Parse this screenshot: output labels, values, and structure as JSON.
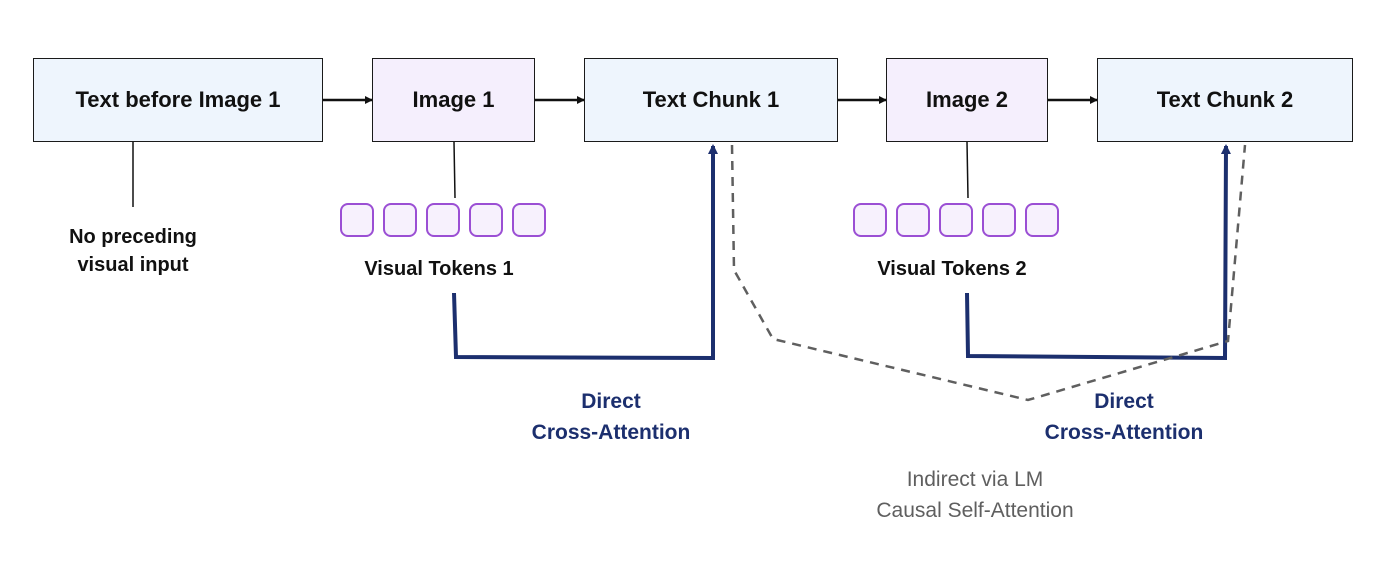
{
  "boxes": {
    "text_before_image_1": "Text before Image 1",
    "image_1": "Image 1",
    "text_chunk_1": "Text Chunk 1",
    "image_2": "Image 2",
    "text_chunk_2": "Text Chunk 2"
  },
  "labels": {
    "no_preceding_line1": "No preceding",
    "no_preceding_line2": "visual input",
    "visual_tokens_1": "Visual Tokens 1",
    "visual_tokens_2": "Visual Tokens 2",
    "direct_1_line1": "Direct",
    "direct_1_line2": "Cross-Attention",
    "direct_2_line1": "Direct",
    "direct_2_line2": "Cross-Attention",
    "indirect_line1": "Indirect via LM",
    "indirect_line2": "Causal Self-Attention"
  },
  "colors": {
    "text_box_fill": "#eef5fd",
    "image_box_fill": "#f5effd",
    "token_border": "#9b4fd4",
    "direct_attention": "#1c2f6e",
    "indirect_attention": "#5f5f5f"
  }
}
